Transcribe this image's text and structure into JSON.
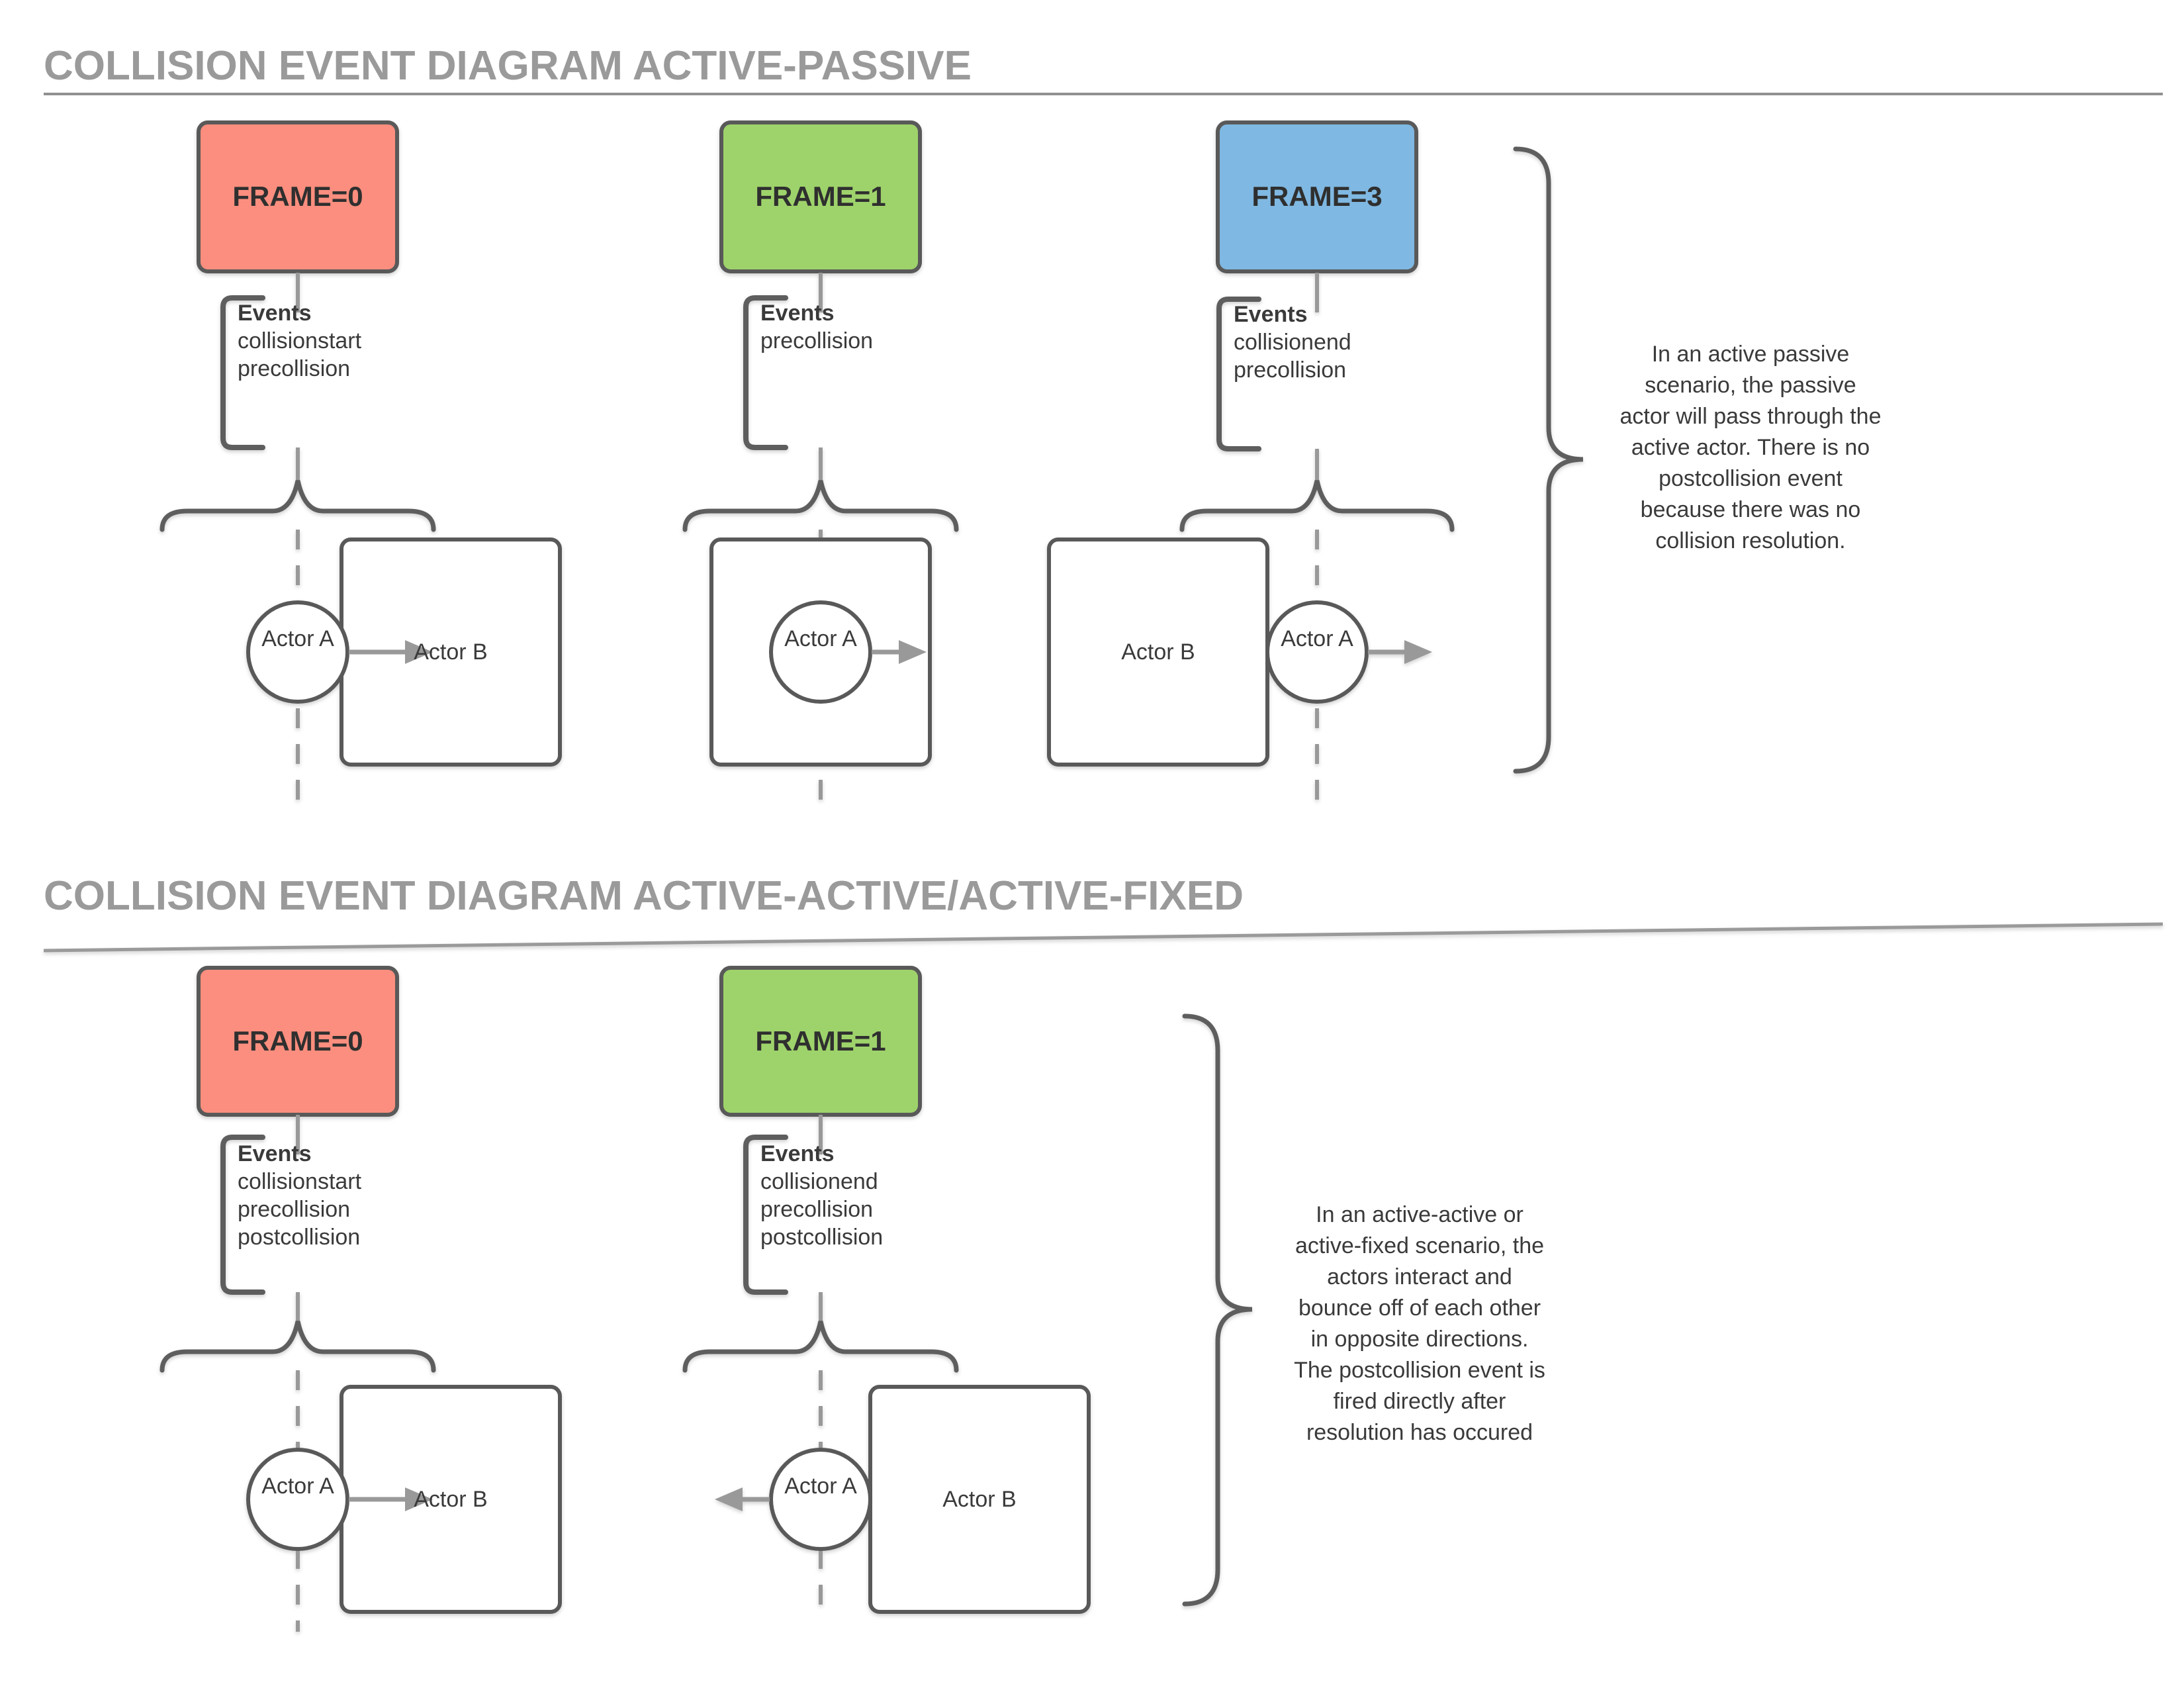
{
  "colors": {
    "frame_red": "#FB8E7E",
    "frame_green": "#9ED36B",
    "frame_blue": "#7FB8E2",
    "shape_border": "#595959",
    "connector_gray": "#999999",
    "brace_gray": "#5E5E5E",
    "title_gray": "#9A9A9A",
    "text_dark": "#3A3A3A"
  },
  "sections": [
    {
      "title": "COLLISION EVENT DIAGRAM ACTIVE-PASSIVE",
      "frames": [
        {
          "label": "FRAME=0",
          "events_title": "Events",
          "events": [
            "collisionstart",
            "precollision"
          ],
          "actor_a": "Actor A",
          "actor_b": "Actor B"
        },
        {
          "label": "FRAME=1",
          "events_title": "Events",
          "events": [
            "precollision"
          ],
          "actor_a": "Actor A"
        },
        {
          "label": "FRAME=3",
          "events_title": "Events",
          "events": [
            "collisionend",
            "precollision"
          ],
          "actor_a": "Actor A",
          "actor_b": "Actor B"
        }
      ],
      "note_lines": [
        "In an active passive",
        "scenario, the passive",
        "actor will pass through the",
        "active actor. There is no",
        "postcollision event",
        "because there was no",
        "collision resolution."
      ]
    },
    {
      "title": "COLLISION EVENT DIAGRAM ACTIVE-ACTIVE/ACTIVE-FIXED",
      "frames": [
        {
          "label": "FRAME=0",
          "events_title": "Events",
          "events": [
            "collisionstart",
            "precollision",
            "postcollision"
          ],
          "actor_a": "Actor A",
          "actor_b": "Actor B"
        },
        {
          "label": "FRAME=1",
          "events_title": "Events",
          "events": [
            "collisionend",
            "precollision",
            "postcollision"
          ],
          "actor_a": "Actor A",
          "actor_b": "Actor B"
        }
      ],
      "note_lines": [
        "In an active-active or",
        "active-fixed scenario, the",
        "actors interact and",
        "bounce off of each other",
        "in opposite directions.",
        "The postcollision event is",
        "fired directly after",
        "resolution has occured"
      ]
    }
  ]
}
